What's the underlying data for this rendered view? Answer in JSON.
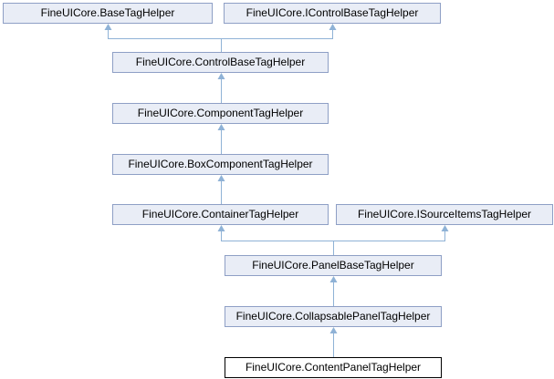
{
  "diagram": {
    "nodes": [
      {
        "id": "base",
        "label": "FineUICore.BaseTagHelper"
      },
      {
        "id": "icontrol",
        "label": "FineUICore.IControlBaseTagHelper"
      },
      {
        "id": "controlbase",
        "label": "FineUICore.ControlBaseTagHelper"
      },
      {
        "id": "component",
        "label": "FineUICore.ComponentTagHelper"
      },
      {
        "id": "boxcomponent",
        "label": "FineUICore.BoxComponentTagHelper"
      },
      {
        "id": "container",
        "label": "FineUICore.ContainerTagHelper"
      },
      {
        "id": "isourceitems",
        "label": "FineUICore.ISourceItemsTagHelper"
      },
      {
        "id": "panelbase",
        "label": "FineUICore.PanelBaseTagHelper"
      },
      {
        "id": "collapsable",
        "label": "FineUICore.CollapsablePanelTagHelper"
      },
      {
        "id": "contentpanel",
        "label": "FineUICore.ContentPanelTagHelper"
      }
    ],
    "edges": [
      {
        "from": "controlbase",
        "to": "base"
      },
      {
        "from": "controlbase",
        "to": "icontrol"
      },
      {
        "from": "component",
        "to": "controlbase"
      },
      {
        "from": "boxcomponent",
        "to": "component"
      },
      {
        "from": "container",
        "to": "boxcomponent"
      },
      {
        "from": "panelbase",
        "to": "container"
      },
      {
        "from": "panelbase",
        "to": "isourceitems"
      },
      {
        "from": "collapsable",
        "to": "panelbase"
      },
      {
        "from": "contentpanel",
        "to": "collapsable"
      }
    ],
    "colors": {
      "node_fill": "#e9edf6",
      "node_border": "#8e9fc5",
      "edge": "#8fb2d6",
      "current_border": "#000000"
    }
  }
}
